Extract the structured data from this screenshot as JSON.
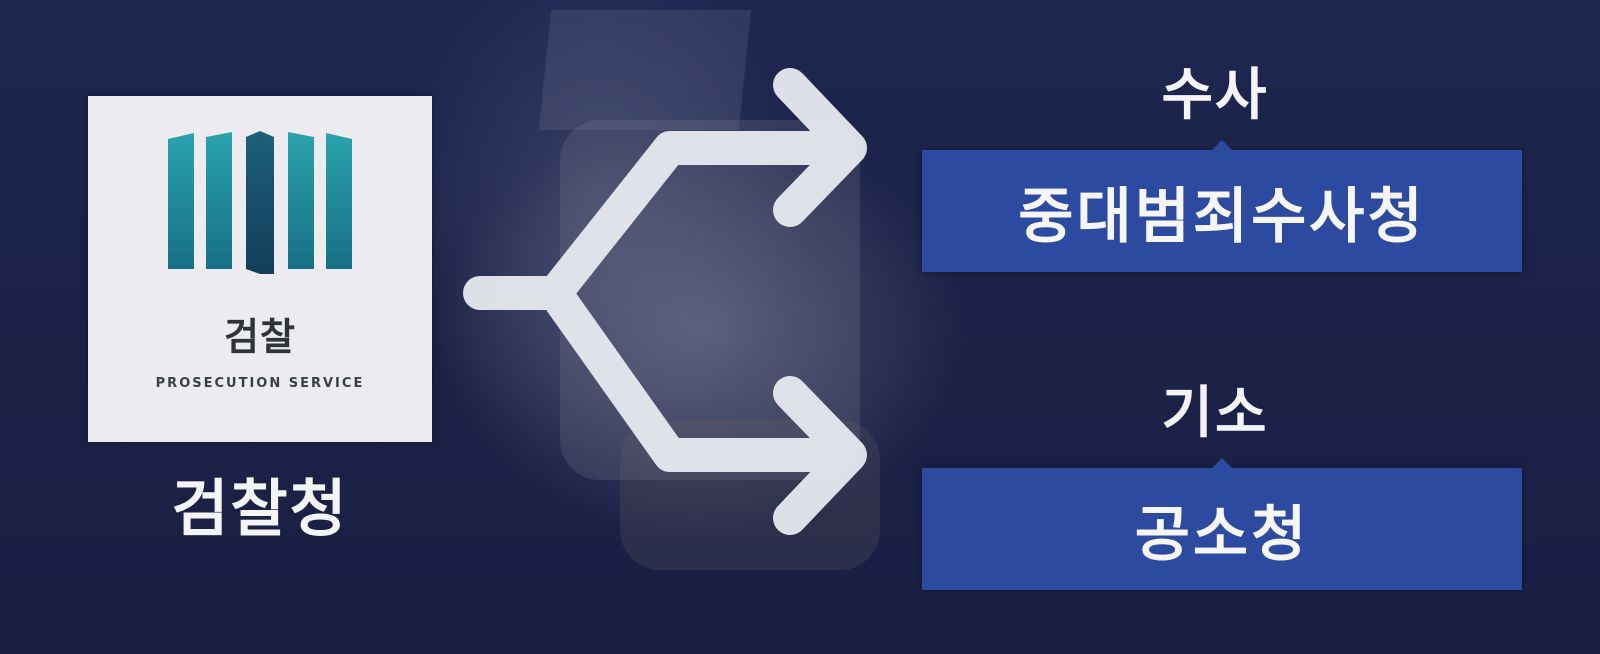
{
  "source": {
    "logo_text_ko": "검찰",
    "logo_text_en": "PROSECUTION SERVICE",
    "label": "검찰청"
  },
  "branches": [
    {
      "heading": "수사",
      "box_label": "중대범죄수사청"
    },
    {
      "heading": "기소",
      "box_label": "공소청"
    }
  ],
  "colors": {
    "background": "#1c2247",
    "box": "#2c4aa0",
    "logo_card": "#ececf0",
    "logo_teal": "#1f8c9a",
    "text": "#f4f4f6"
  }
}
